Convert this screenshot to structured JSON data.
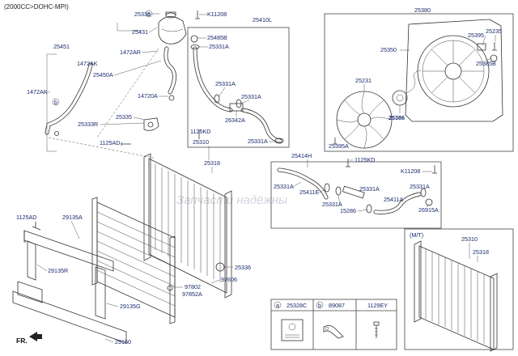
{
  "header": {
    "title": "(2000CC>DOHC-MPI)"
  },
  "labels": {
    "p25330": "25330",
    "p25431": "25431",
    "p25451": "25451",
    "p1472AK_a": "1472AK",
    "p1472AR": "1472AR",
    "p25450A": "25450A",
    "p1472AK_b": "1472AK",
    "p14720A": "14720A",
    "p25335": "25335",
    "p25333R": "25333R",
    "p1125AD_a": "1125AD",
    "pK11208_a": "K11208",
    "p25410L": "25410L",
    "p25485B": "25485B",
    "p25331A_1": "25331A",
    "p25331A_2": "25331A",
    "p25331A_3": "25331A",
    "p26342A": "26342A",
    "p25331A_4": "25331A",
    "p1125KD_a": "1125KD",
    "p25310_a": "25310",
    "p25318_a": "25318",
    "p25380": "25380",
    "p25350": "25350",
    "p25395": "25395",
    "p25235": "25235",
    "p25385B": "25385B",
    "p25231": "25231",
    "p25386": "25386",
    "p25395A": "25395A",
    "p25414H": "25414H",
    "p1125KD_b": "1125KD",
    "pK11208_b": "K11208",
    "p25331A_5": "25331A",
    "p25411E": "25411E",
    "p25331A_6": "25331A",
    "p25331A_7": "25331A",
    "p25331A_8": "25331A",
    "p15286": "15286",
    "p25411A": "25411A",
    "p26915A": "26915A",
    "p1125AD_b": "1125AD",
    "p29135A": "29135A",
    "p29135R": "29135R",
    "p29135G": "29135G",
    "p29150": "29150",
    "p25336": "25336",
    "p97802": "97802",
    "p97606": "97606",
    "p97852A": "97852A",
    "mt": "(M/T)",
    "p25310_b": "25310",
    "p25318_b": "25318",
    "fr": "FR.",
    "callout_a": "a",
    "callout_b": "b",
    "legend_a_letter": "a",
    "legend_a_code": "25328C",
    "legend_b_letter": "b",
    "legend_b_code": "89087",
    "legend_c_code": "1129EY",
    "watermark": "Запчасти надёжны"
  }
}
